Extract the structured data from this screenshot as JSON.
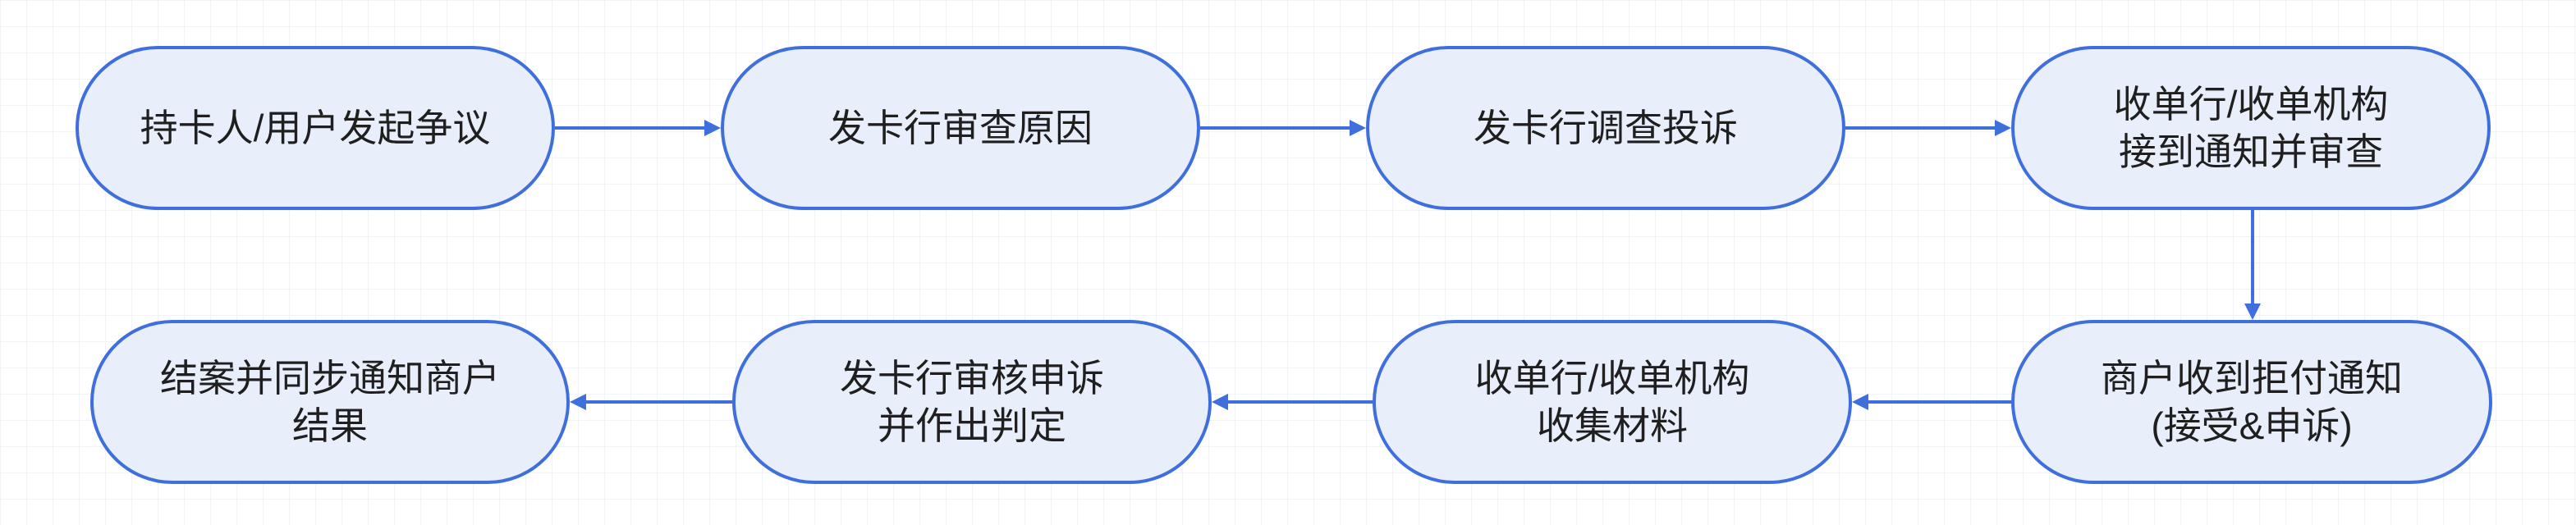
{
  "nodes": [
    {
      "label": "持卡人/用户发起争议"
    },
    {
      "label": "发卡行审查原因"
    },
    {
      "label": "发卡行调查投诉"
    },
    {
      "label": "收单行/收单机构\n接到通知并审查"
    },
    {
      "label": "商户收到拒付通知\n(接受&申诉)"
    },
    {
      "label": "收单行/收单机构\n收集材料"
    },
    {
      "label": "发卡行审核申诉\n并作出判定"
    },
    {
      "label": "结案并同步通知商户\n结果"
    }
  ],
  "colors": {
    "node_fill": "#e8effb",
    "node_border": "#3f6fdc",
    "arrow": "#3f6fdc",
    "text": "#1f1f1f"
  }
}
